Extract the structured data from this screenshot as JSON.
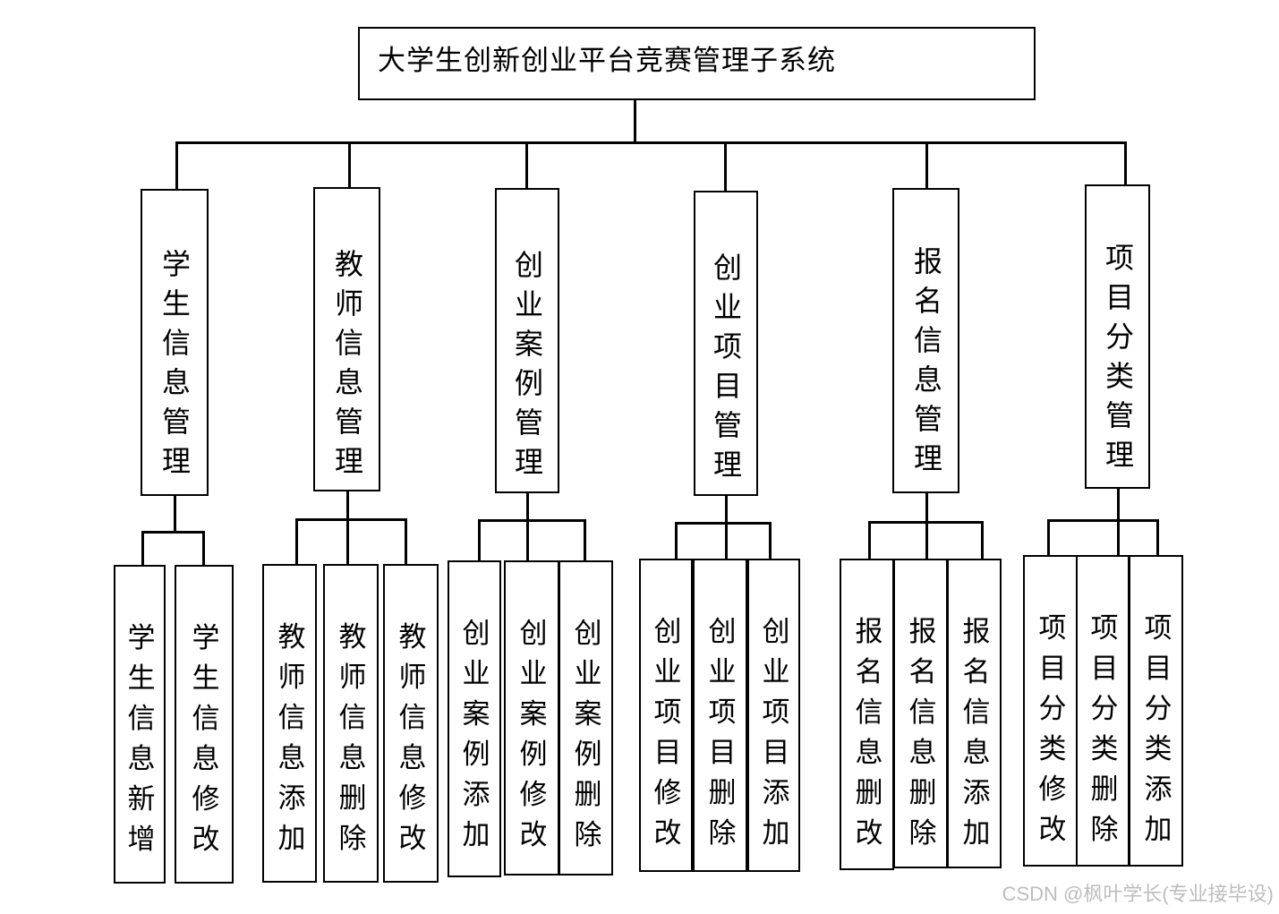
{
  "root": {
    "label": "大学生创新创业平台竞赛管理子系统"
  },
  "modules": [
    {
      "label": "学生信息管理",
      "children": [
        "学生信息新增",
        "学生信息修改"
      ]
    },
    {
      "label": "教师信息管理",
      "children": [
        "教师信息添加",
        "教师信息删除",
        "教师信息修改"
      ]
    },
    {
      "label": "创业案例管理",
      "children": [
        "创业案例添加",
        "创业案例修改",
        "创业案例删除"
      ]
    },
    {
      "label": "创业项目管理",
      "children": [
        "创业项目修改",
        "创业项目删除",
        "创业项目添加"
      ]
    },
    {
      "label": "报名信息管理",
      "children": [
        "报名信息删改",
        "报名信息删除",
        "报名信息添加"
      ]
    },
    {
      "label": "项目分类管理",
      "children": [
        "项目分类修改",
        "项目分类删除",
        "项目分类添加"
      ]
    }
  ],
  "watermark": "CSDN @枫叶学长(专业接毕设)"
}
